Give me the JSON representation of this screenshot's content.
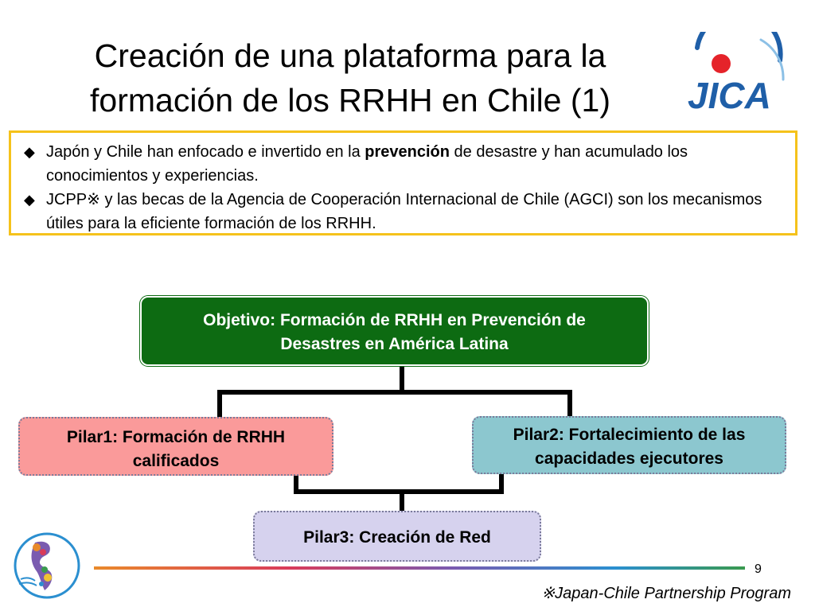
{
  "slide": {
    "title_line1": "Creación de una plataforma para la",
    "title_line2": "formación de los RRHH en Chile (1)",
    "logo_text": "JICA"
  },
  "bullets": [
    {
      "marker": "◆",
      "text_before": "Japón y Chile han enfocado e invertido en la ",
      "bold": "prevención",
      "text_after": " de desastre y han acumulado los conocimientos y  experiencias."
    },
    {
      "marker": "◆",
      "text": "JCPP※ y las becas de la Agencia de Cooperación Internacional de Chile (AGCI) son los mecanismos útiles para la eficiente formación de los RRHH."
    }
  ],
  "diagram": {
    "objective_line1": "Objetivo: Formación de RRHH en Prevención de",
    "objective_line2": "Desastres en América Latina",
    "pillar1_line1": "Pilar1: Formación de RRHH",
    "pillar1_line2": "calificados",
    "pillar2_line1": "Pilar2: Fortalecimiento de las",
    "pillar2_line2": "capacidades  ejecutores",
    "pillar3": "Pilar3: Creación de Red"
  },
  "footer": {
    "page_number": "9",
    "footnote": "※Japan-Chile Partnership Program"
  },
  "colors": {
    "objective_bg": "#0d6b12",
    "pillar1_bg": "#fa9a9a",
    "pillar2_bg": "#8cc7cf",
    "pillar3_bg": "#d6d2ee",
    "frame_border": "#f5c21b",
    "logo_blue": "#1f5fa8",
    "logo_red": "#e5232a"
  }
}
